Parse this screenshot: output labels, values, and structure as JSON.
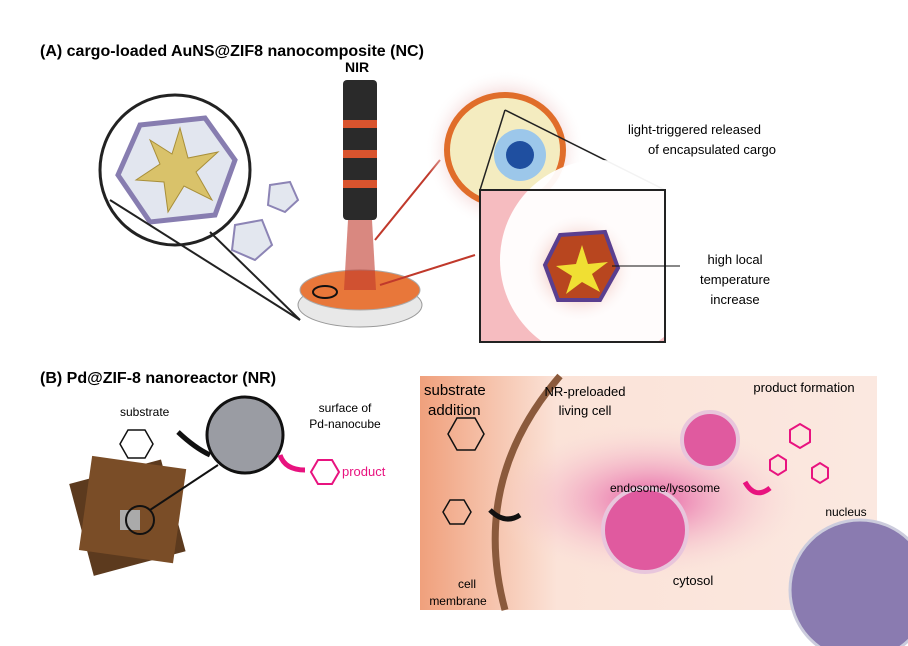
{
  "panel_a": {
    "title": "(A) cargo-loaded AuNS@ZIF8 nanocomposite (NC)",
    "nir_label": "NIR",
    "release_line1": "light-triggered released",
    "release_line2": "of encapsulated cargo",
    "temp_line1": "high local",
    "temp_line2": "temperature",
    "temp_line3": "increase"
  },
  "panel_b": {
    "title": "(B) Pd@ZIF-8 nanoreactor (NR)",
    "substrate": "substrate",
    "surface_line1": "surface of",
    "surface_line2": "Pd-nanocube",
    "product": "product",
    "substrate_addition_line1": "substrate",
    "substrate_addition_line2": "addition",
    "cell_line1": "NR-preloaded",
    "cell_line2": "living cell",
    "product_formation": "product formation",
    "endosome": "endosome/lysosome",
    "nucleus": "nucleus",
    "cytosol": "cytosol",
    "membrane_line1": "cell",
    "membrane_line2": "membrane"
  },
  "colors": {
    "product_magenta": "#e8137f",
    "membrane_brown": "#8b5a3c",
    "laser_red": "#c0392b",
    "star_blue": "#2a9fd8"
  }
}
